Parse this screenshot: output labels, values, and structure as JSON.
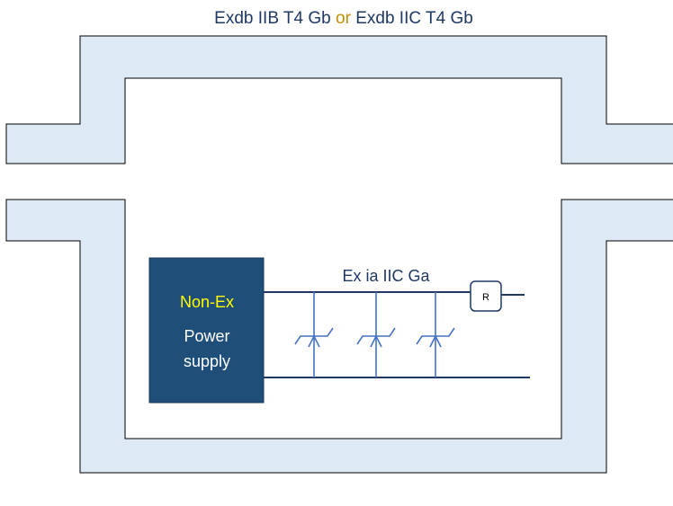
{
  "title": {
    "part1": "Exdb IIB T4 Gb",
    "connector": "or",
    "part2": "Exdb IIC T4 Gb"
  },
  "power_supply": {
    "category": "Non-Ex",
    "line1": "Power",
    "line2": "supply"
  },
  "circuit": {
    "label": "Ex ia IIC Ga",
    "resistor_label": "R",
    "zener_barrier_count": 3
  },
  "colors": {
    "enclosure_fill": "#dde9f5",
    "outline": "#000000",
    "power_supply_fill": "#1f4e79",
    "non_ex_text": "#ffff00",
    "wire": "#1f3864",
    "zener": "#4472c4",
    "title_text": "#1f3864",
    "title_accent": "#bf8f00"
  }
}
